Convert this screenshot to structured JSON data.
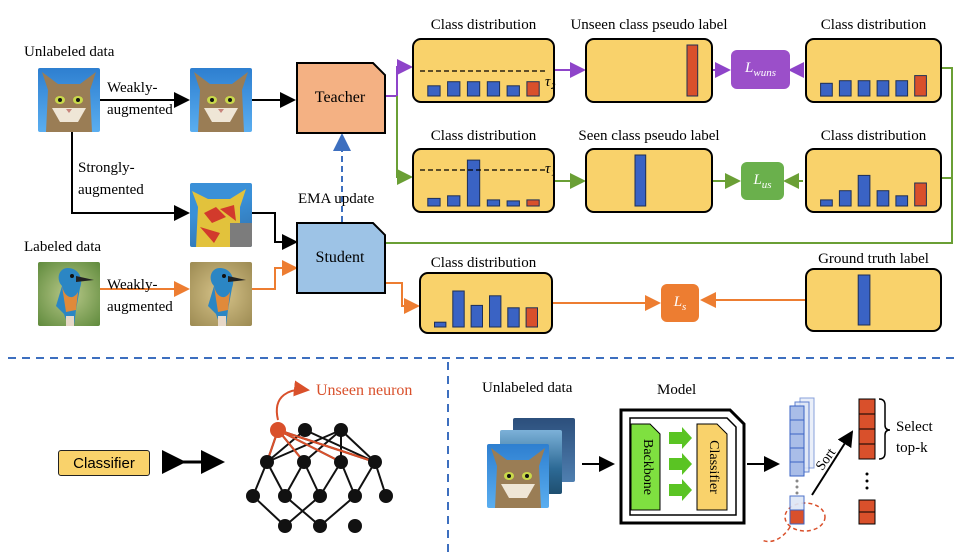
{
  "colors": {
    "yellow_box": "#f9d26b",
    "bar_blue": "#3a63c4",
    "bar_red": "#d9502b",
    "teacher": "#f4b183",
    "student": "#9dc3e6",
    "loss_wuns": "#9b4fc9",
    "loss_us": "#6ab04c",
    "loss_s": "#ed7d31",
    "line_purple": "#8e44c9",
    "line_green": "#6a9f35",
    "line_orange": "#ed7d31",
    "dash_blue": "#3d6fbf",
    "unseen_red": "#d9502b"
  },
  "top": {
    "unlabeled_data": "Unlabeled data",
    "labeled_data": "Labeled data",
    "weakly_augmented_1": "Weakly-",
    "weakly_augmented_2": "augmented",
    "strongly_augmented_1": "Strongly-",
    "strongly_augmented_2": "augmented",
    "teacher": "Teacher",
    "student": "Student",
    "ema_update": "EMA  update",
    "class_distribution": "Class distribution",
    "unseen_pseudo": "Unseen class pseudo label",
    "seen_pseudo": "Seen class pseudo label",
    "ground_truth": "Ground truth label",
    "tau2": "τ₂",
    "tau1": "τ₁",
    "loss_wuns": "L_wuns",
    "loss_us": "L_us",
    "loss_s": "L_s"
  },
  "bottom_left": {
    "classifier": "Classifier",
    "unseen_neuron": "Unseen neuron"
  },
  "bottom_right": {
    "unlabeled_data": "Unlabeled data",
    "model": "Model",
    "backbone": "Backbone",
    "classifier": "Classifier",
    "sort": "Sort",
    "select_1": "Select",
    "select_2": "top-k"
  },
  "chart_data": [
    {
      "type": "bar",
      "name": "class-dist-teacher-top",
      "values": [
        0.2,
        0.28,
        0.28,
        0.28,
        0.2,
        0.28
      ],
      "highlight_last": true
    },
    {
      "type": "bar",
      "name": "unseen-pseudo",
      "values": [
        0,
        0,
        0,
        0,
        0,
        1
      ],
      "highlight_last": true
    },
    {
      "type": "bar",
      "name": "class-dist-top-right",
      "values": [
        0.25,
        0.3,
        0.3,
        0.3,
        0.3,
        0.4
      ],
      "highlight_last": true
    },
    {
      "type": "bar",
      "name": "class-dist-teacher-mid",
      "values": [
        0.15,
        0.2,
        0.9,
        0.12,
        0.1,
        0.12
      ],
      "highlight_last": true
    },
    {
      "type": "bar",
      "name": "seen-pseudo",
      "values": [
        0,
        0,
        1,
        0,
        0,
        0
      ],
      "highlight_last": false
    },
    {
      "type": "bar",
      "name": "class-dist-mid-right",
      "values": [
        0.12,
        0.3,
        0.6,
        0.3,
        0.2,
        0.45
      ],
      "highlight_last": true
    },
    {
      "type": "bar",
      "name": "class-dist-student",
      "values": [
        0.1,
        0.75,
        0.45,
        0.65,
        0.4,
        0.4
      ],
      "highlight_last": true
    },
    {
      "type": "bar",
      "name": "ground-truth",
      "values": [
        0,
        0,
        1,
        0,
        0,
        0
      ],
      "highlight_last": false
    }
  ]
}
